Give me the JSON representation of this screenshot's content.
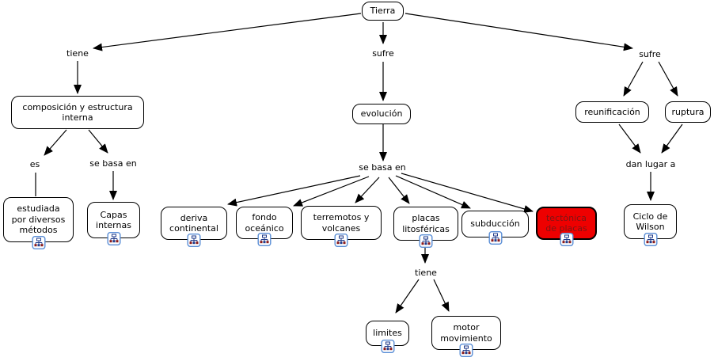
{
  "map": {
    "language": "es",
    "root_label": "Tierra"
  },
  "colors": {
    "canvas_bg": "#ffffff",
    "node_bg": "#ffffff",
    "node_border": "#000000",
    "node_text": "#000000",
    "highlight_bg": "#ee0000",
    "highlight_text": "#7e1515",
    "edge": "#000000",
    "icon_border": "#5a8ed6",
    "icon_navy": "#1f3b8b",
    "icon_red": "#8b1a1a"
  },
  "icons": {
    "submap": "submap-icon"
  },
  "nodes": {
    "tierra": {
      "label": "Tierra",
      "has_submap_icon": false
    },
    "composicion": {
      "label": "composición y estructura\ninterna",
      "has_submap_icon": false
    },
    "estudiada": {
      "label": "estudiada\npor diversos\nmétodos",
      "has_submap_icon": true
    },
    "capas": {
      "label": "Capas\ninternas",
      "has_submap_icon": true
    },
    "evolucion": {
      "label": "evolución",
      "has_submap_icon": false
    },
    "deriva": {
      "label": "deriva\ncontinental",
      "has_submap_icon": true
    },
    "fondo": {
      "label": "fondo\noceánico",
      "has_submap_icon": true
    },
    "terremotos": {
      "label": "terremotos y\nvolcanes",
      "has_submap_icon": true
    },
    "placas": {
      "label": "placas\nlitosféricas",
      "has_submap_icon": true
    },
    "subduccion": {
      "label": "subducción",
      "has_submap_icon": true
    },
    "tectonica": {
      "label": "tectónica\nde placas",
      "has_submap_icon": true,
      "highlighted": true
    },
    "ciclo": {
      "label": "Ciclo de\nWilson",
      "has_submap_icon": true
    },
    "reunificacion": {
      "label": "reunificación",
      "has_submap_icon": false
    },
    "ruptura": {
      "label": "ruptura",
      "has_submap_icon": false
    },
    "limites": {
      "label": "limites",
      "has_submap_icon": true
    },
    "motor": {
      "label": "motor\nmovimiento",
      "has_submap_icon": true
    }
  },
  "links": {
    "tiene_left": "tiene",
    "sufre_center": "sufre",
    "sufre_right": "sufre",
    "es": "es",
    "se_basa_left": "se basa en",
    "se_basa_center": "se basa en",
    "dan_lugar": "dan lugar a",
    "tiene_bottom": "tiene"
  }
}
